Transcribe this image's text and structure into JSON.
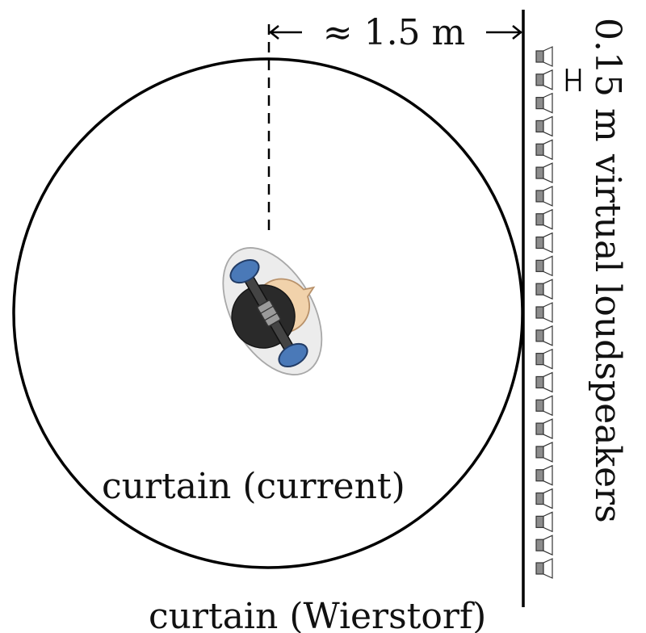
{
  "labels": {
    "distance": "≈ 1.5 m",
    "spacing": "0.15 m",
    "array": "virtual loudspeakers",
    "curtain_current": "curtain (current)",
    "curtain_wierstorf": "curtain (Wierstorf)"
  },
  "loudspeaker_count": 23,
  "colors": {
    "line": "#000000",
    "speaker_fill": "#8c8c8c",
    "headphone_blue": "#4a79b8",
    "hair": "#2a2a2a",
    "skin": "#f1d2ab",
    "headrest": "#ececec"
  },
  "icons": {
    "listener": "listener-top-view-icon",
    "speaker": "loudspeaker-icon"
  }
}
